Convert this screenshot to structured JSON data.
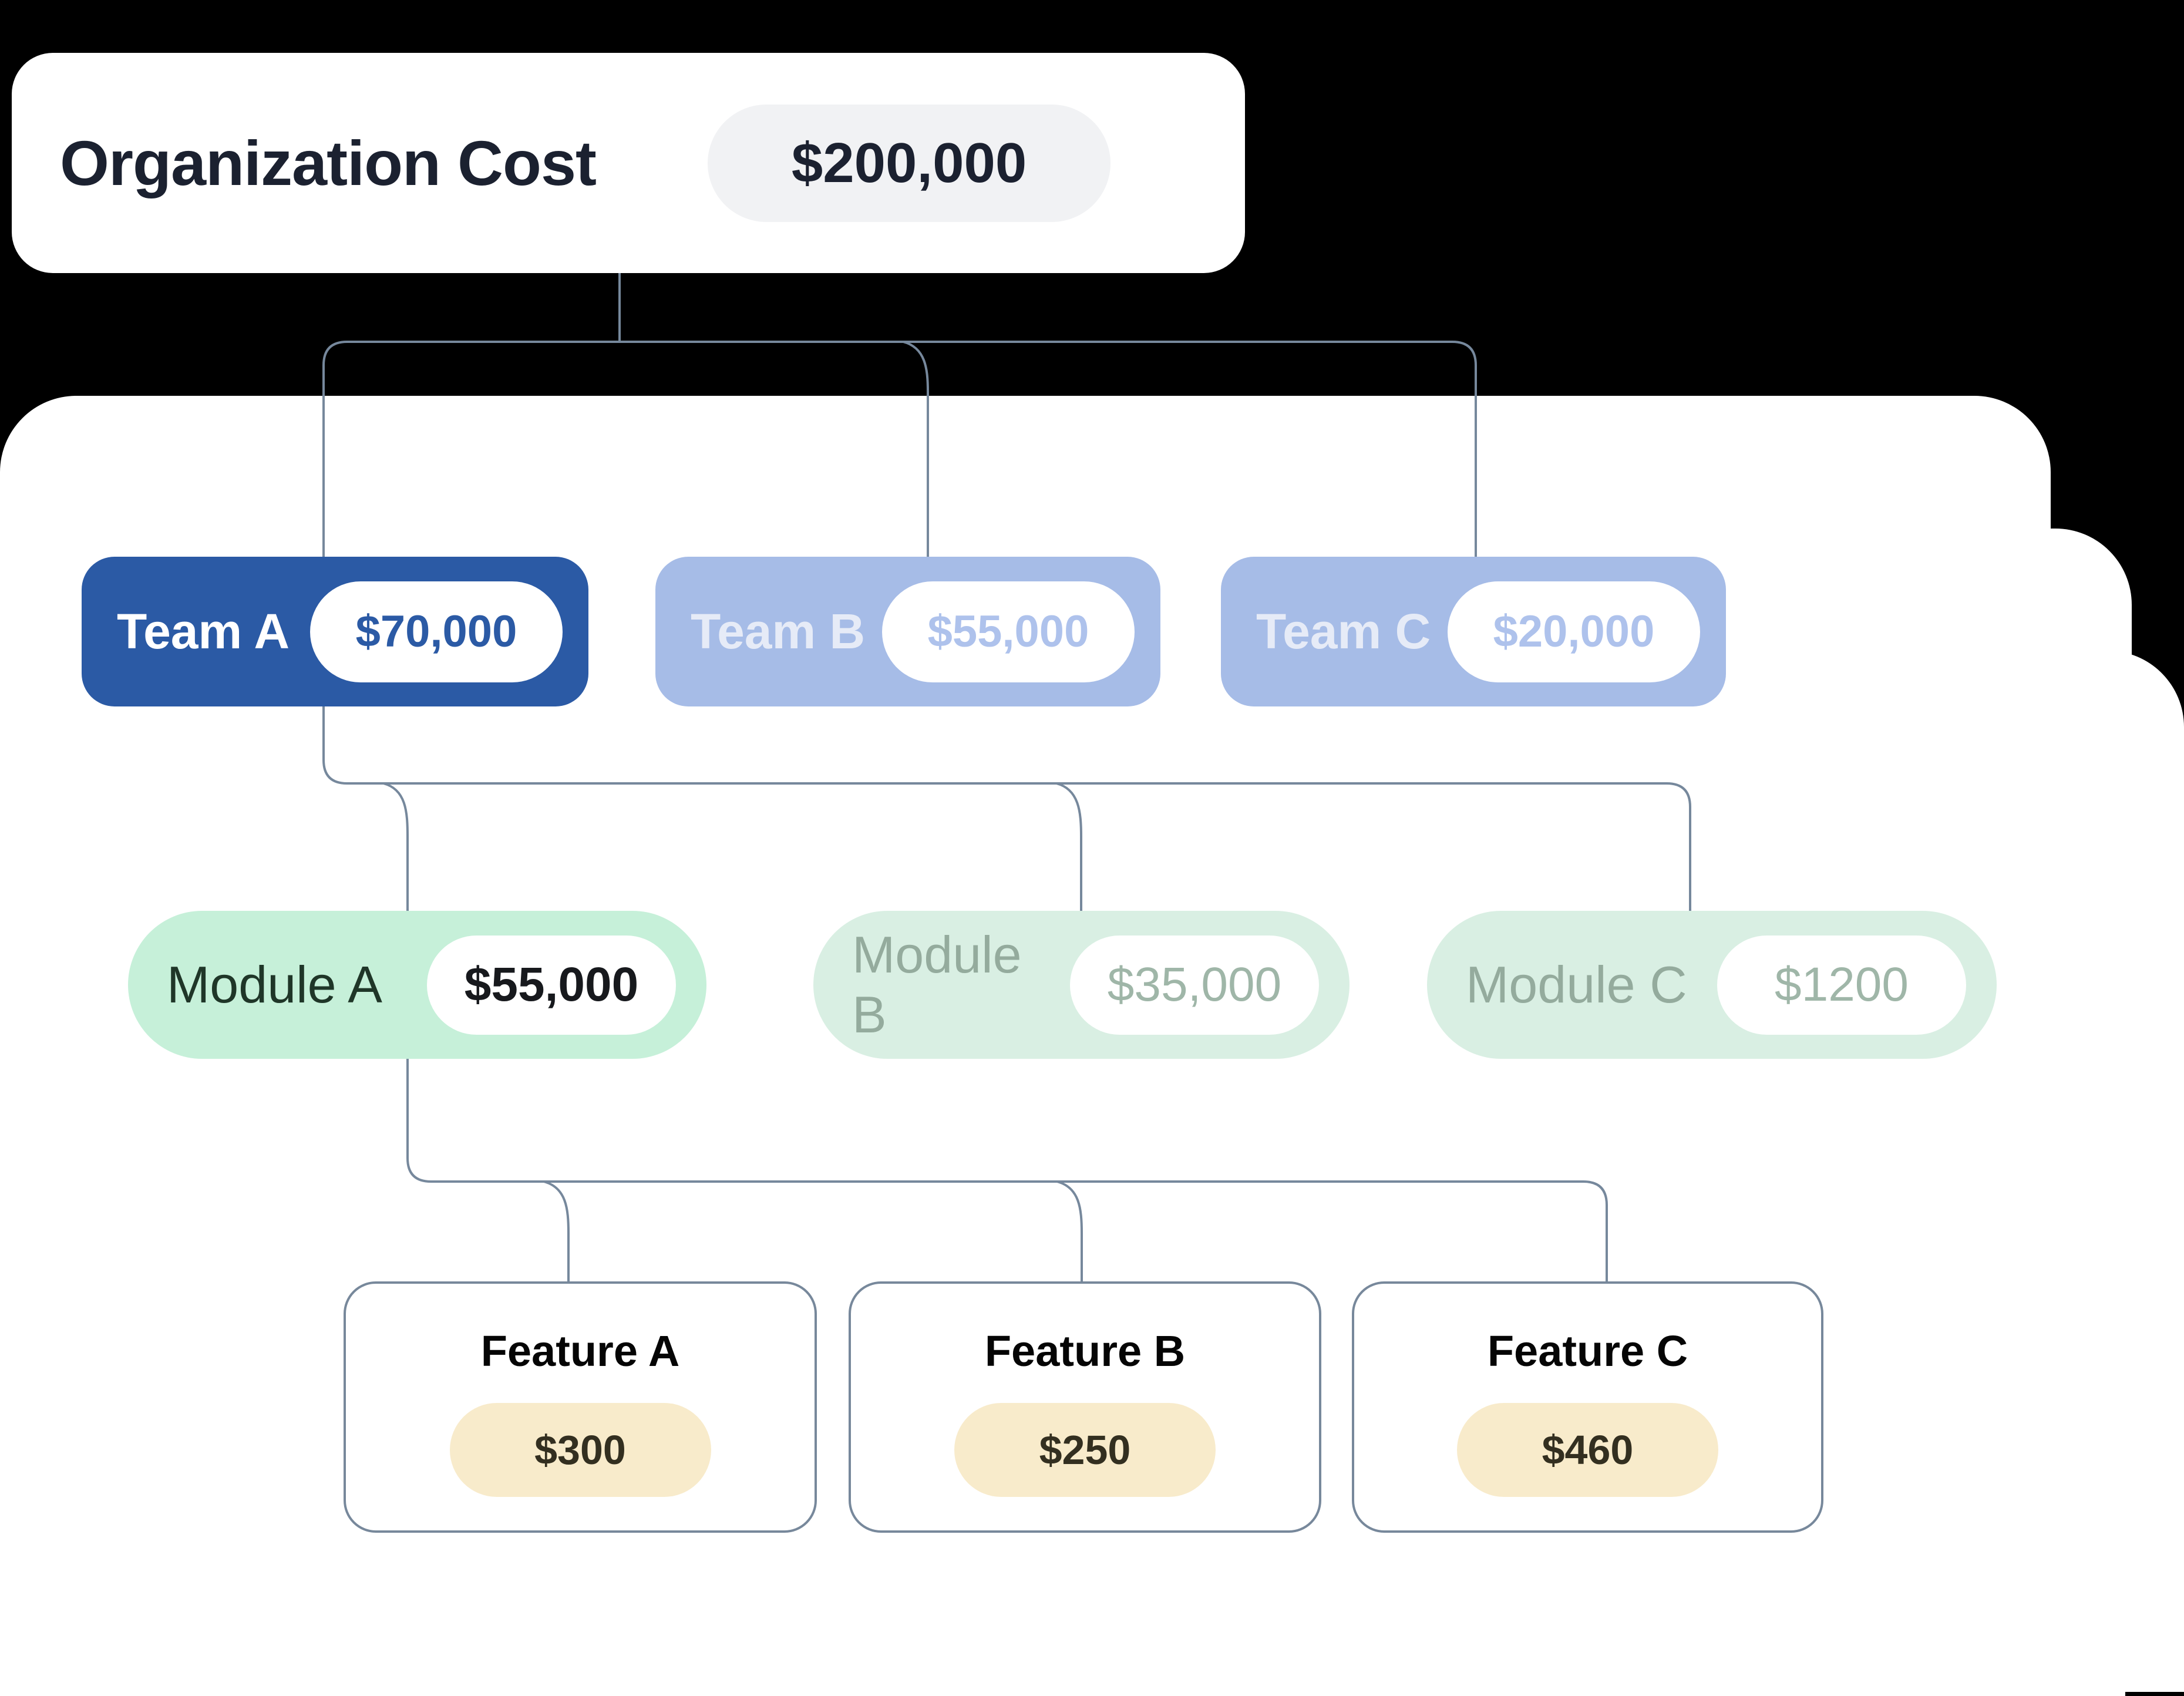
{
  "diagram": {
    "root": {
      "label": "Organization Cost",
      "value": "$200,000"
    },
    "teams": [
      {
        "label": "Team A",
        "value": "$70,000",
        "state": "active"
      },
      {
        "label": "Team B",
        "value": "$55,000",
        "state": "dimmed"
      },
      {
        "label": "Team C",
        "value": "$20,000",
        "state": "dimmed"
      }
    ],
    "modules": [
      {
        "label": "Module A",
        "value": "$55,000",
        "state": "active"
      },
      {
        "label": "Module B",
        "value": "$35,000",
        "state": "dimmed"
      },
      {
        "label": "Module C",
        "value": "$1200",
        "state": "dimmed"
      }
    ],
    "features": [
      {
        "label": "Feature A",
        "value": "$300"
      },
      {
        "label": "Feature B",
        "value": "$250"
      },
      {
        "label": "Feature C",
        "value": "$460"
      }
    ],
    "colors": {
      "background": "#000000",
      "panel": "#ffffff",
      "connector": "#76889c",
      "team_active": "#2b5aa5",
      "team_dimmed": "#a6bce7",
      "team_dimmed_value": "#aec2ec",
      "module_active": "#c6f0d9",
      "module_dimmed": "#d9efe3",
      "module_active_label": "#1f3628",
      "module_dimmed_label": "#94ab9d",
      "feature_border": "#77889b",
      "feature_pill": "#f8ebcb",
      "root_pill": "#f1f2f4",
      "text_dark": "#1b2130"
    }
  }
}
